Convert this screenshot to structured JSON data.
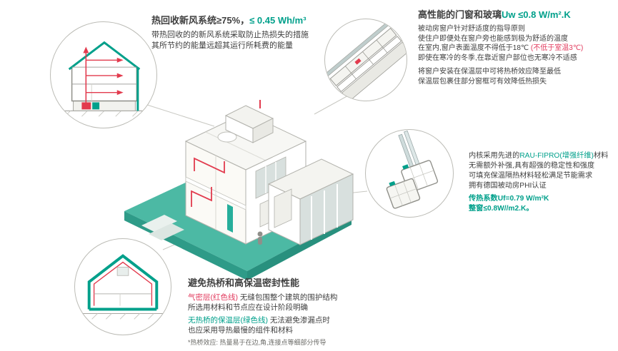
{
  "colors": {
    "accent_green": "#00A08B",
    "accent_red": "#E23B5E",
    "duct_red": "#E23B4E",
    "platform_teal": "#4CB9A4",
    "text": "#3F3F3F"
  },
  "hrv": {
    "title_dark": "热回收新风系统≥75%，",
    "title_green": "≤ 0.45 Wh/m³",
    "line1": "带热回收的的新风系统采取防止热损失的措施",
    "line2": "其所节约的能量远超其运行所耗费的能量"
  },
  "window": {
    "title_dark": "高性能的门窗和玻璃",
    "title_green": "Uw ≤0.8 W/m².K",
    "line1": "被动房窗户针对舒适度的指导原则",
    "line2": "使住户即便处在窗户旁也能感到极为舒适的温度",
    "line3_a": "在室内,窗户表面温度不得低于18℃ ",
    "line3_red": "(不低于室温3℃)",
    "line4": "即使在寒冷的冬季,在靠近窗户部位也无寒冷不适感",
    "line5": "将窗户安装在保温层中可将热桥效应降至最低",
    "line6": "保温层包裹住部分窗框可有效降低热损失"
  },
  "profile": {
    "line1_a": "内核采用先进的",
    "line1_green": "RAU-FIPRO(增强纤维)",
    "line1_b": "材料",
    "line2": "无需额外补强,具有超强的稳定性和强度",
    "line3": "可填充保温隔热材料轻松满足节能需求",
    "line4": "拥有德国被动房PHI认证",
    "line5": "传热系数Uf=0.79 W/m²K",
    "line6": "整窗≤0.8W//m2.K。"
  },
  "thermal": {
    "title": "避免热桥和高保温密封性能",
    "line1_red": "气密层(红色线)",
    "line1_b": " 无缝包围整个建筑的围护结构",
    "line2": "所选用材料和节点应在设计阶段明确",
    "line3_green": "无热桥的保温层(绿色线)",
    "line3_b": " 无法避免渗漏点时",
    "line4": "也应采用导热最慢的组件和材料",
    "footnote": "*热桥效应: 热量易于在边,角,连接点等细部分传导"
  }
}
